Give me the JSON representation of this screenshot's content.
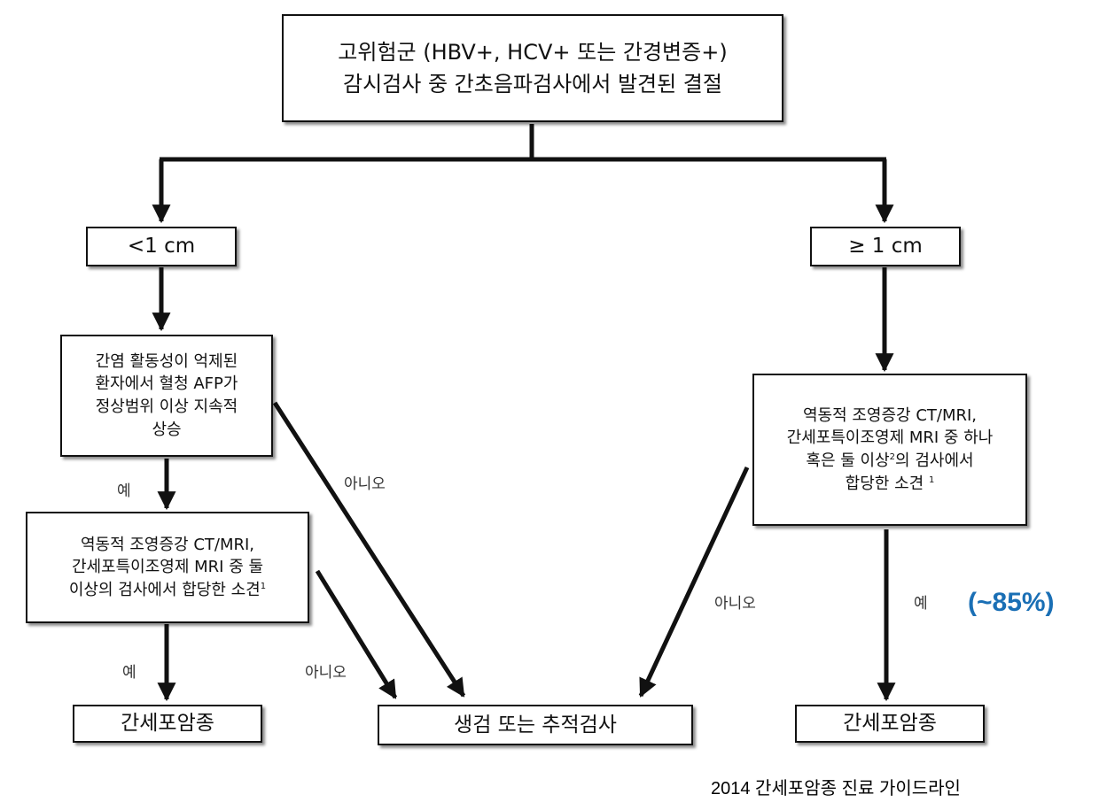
{
  "nodes": {
    "top": {
      "line1": "고위험군 (HBV+, HCV+ 또는 간경변증+)",
      "line2": "감시검사 중 간초음파검사에서 발견된 결절"
    },
    "small": {
      "text": "<1 cm"
    },
    "large": {
      "text": "≥ 1 cm"
    },
    "afp": {
      "lines": [
        "간염 활동성이 억제된",
        "환자에서 혈청 AFP가",
        "정상범위 이상 지속적",
        "상승"
      ]
    },
    "left_imaging": {
      "line1": "역동적 조영증강 CT/MRI,",
      "line2": "간세포특이조영제 MRI 중 둘",
      "line3": "이상의 검사에서 합당한 소견",
      "sup": "1"
    },
    "right_imaging": {
      "line1": "역동적 조영증강 CT/MRI,",
      "line2": "간세포특이조영제 MRI 중 하나",
      "line3a": "혹은 둘 이상",
      "line3sup": "2",
      "line3b": "의 검사에서",
      "line4": "합당한 소견",
      "line4sup": "1"
    },
    "hcc_left": {
      "text": "간세포암종"
    },
    "biopsy": {
      "text": "생검 또는 추적검사"
    },
    "hcc_right": {
      "text": "간세포암종"
    }
  },
  "edge_labels": {
    "yes": "예",
    "no": "아니오"
  },
  "highlight": {
    "text": "(~85%)",
    "color": "#1a6fb5"
  },
  "caption": "2014 간세포암종 진료 가이드라인"
}
